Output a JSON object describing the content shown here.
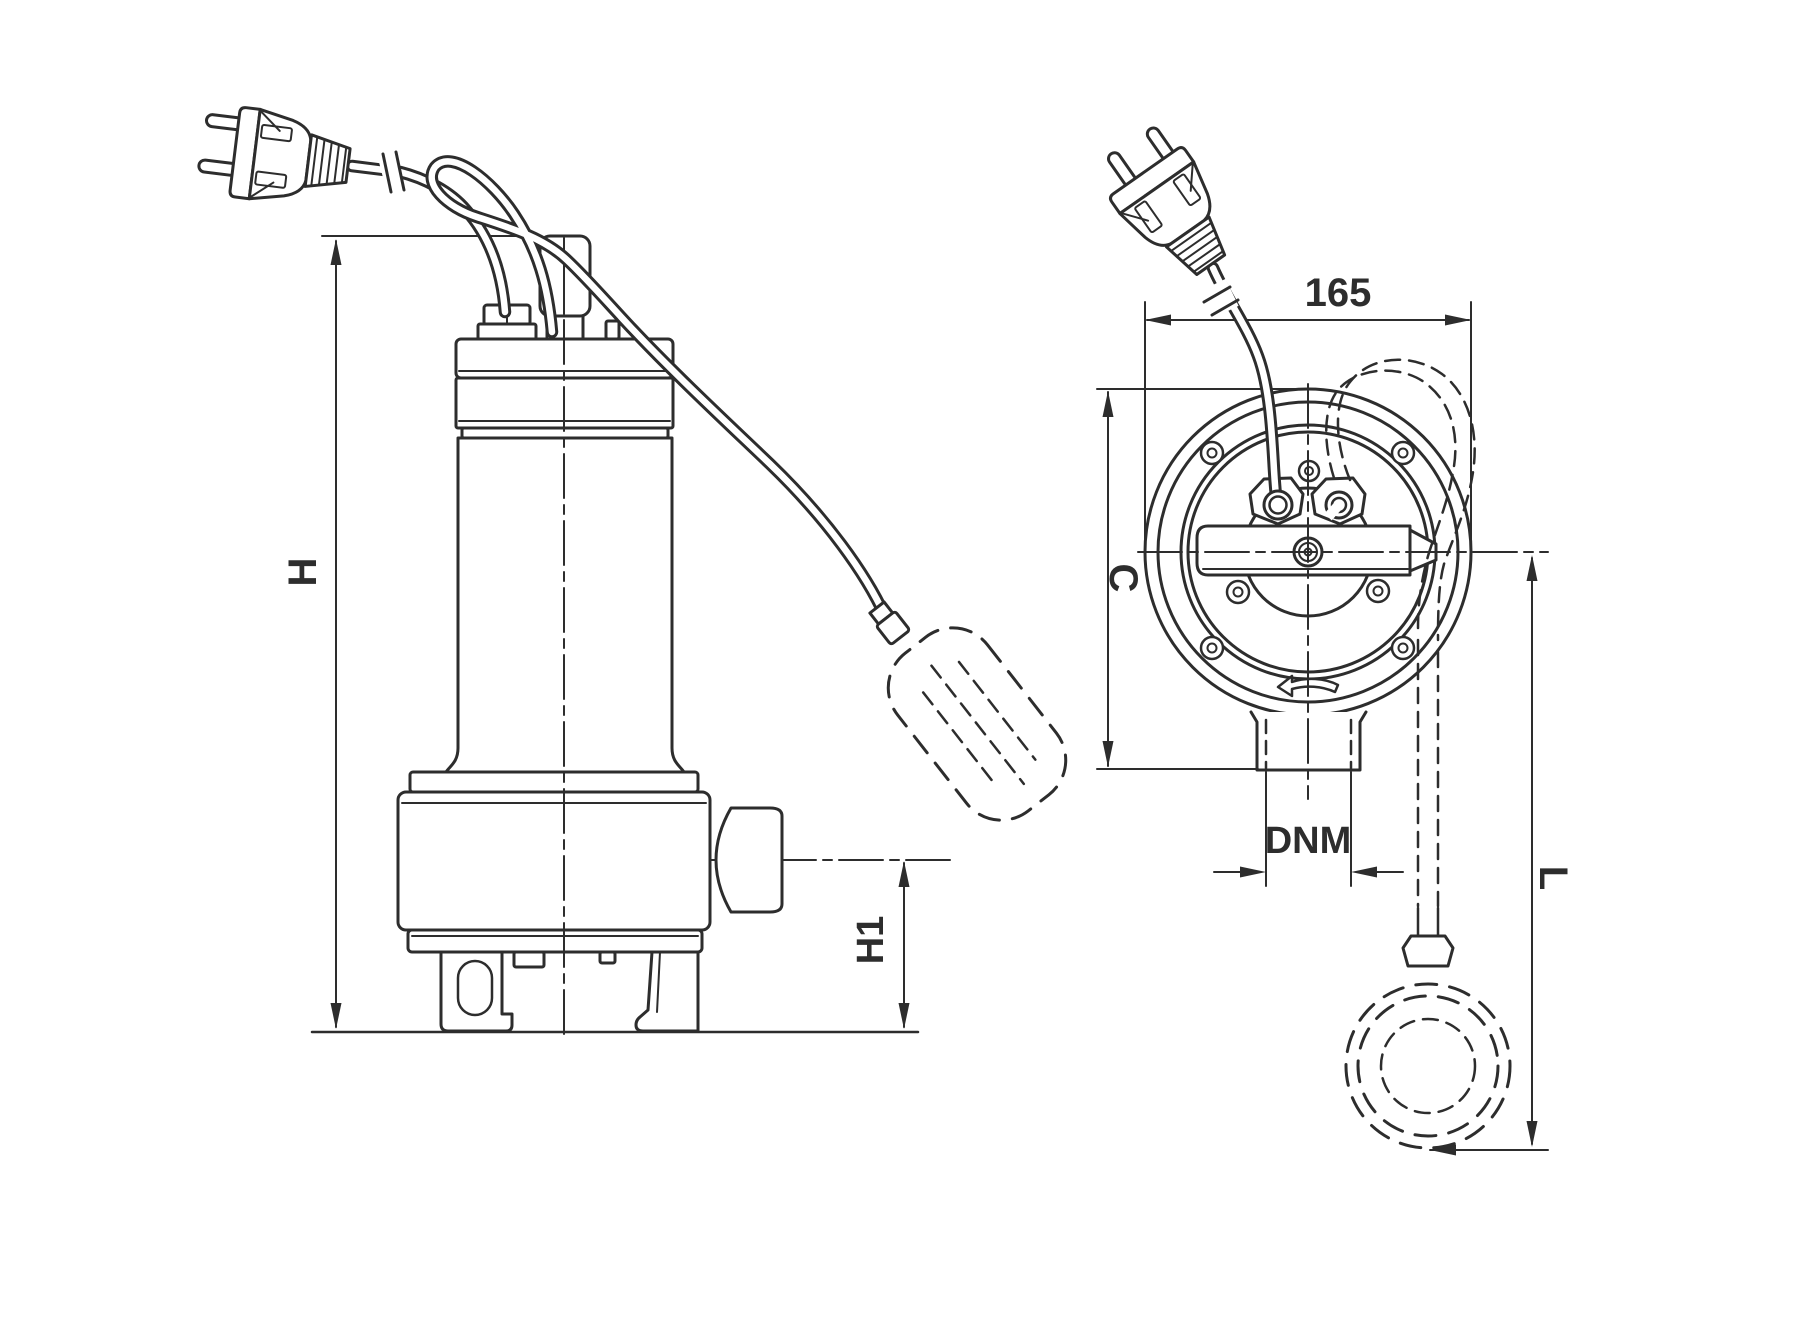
{
  "drawing": {
    "background_color": "#ffffff",
    "line_color": "#2d2d2d",
    "views": [
      {
        "id": "side-view",
        "content": "pump side elevation with mains plug, looped cables and float switch"
      },
      {
        "id": "top-view",
        "content": "pump top view with carrying handle, cable glands, outlet and hanging float switch"
      }
    ],
    "dimension_labels": {
      "total_height": "H",
      "outlet_height": "H1",
      "top_width": "165",
      "body_depth": "C",
      "outlet_thread": "DNM",
      "float_cable_length": "L"
    }
  }
}
